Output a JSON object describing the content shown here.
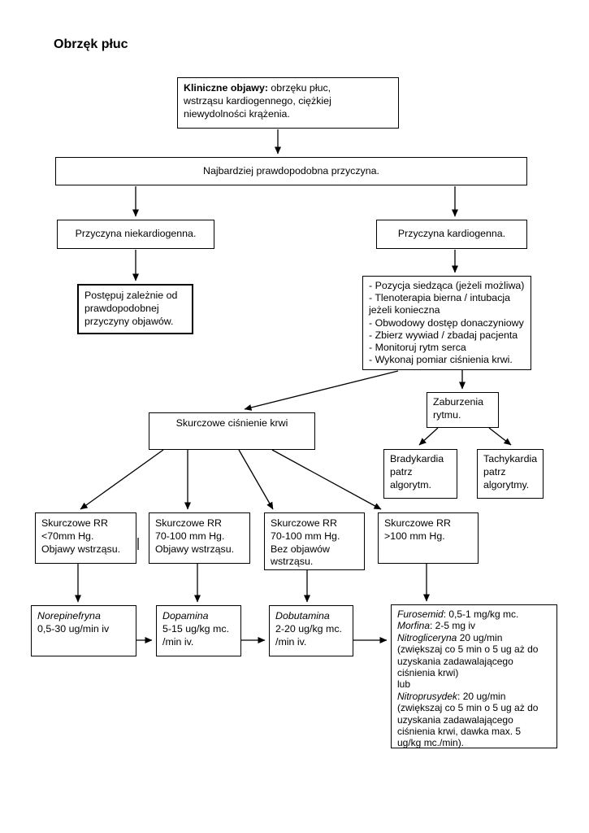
{
  "page": {
    "title": "Obrzęk płuc"
  },
  "colors": {
    "line": "#000000",
    "background": "#ffffff",
    "text": "#000000"
  },
  "nodes": {
    "clinical_signs": {
      "label_bold": "Kliniczne objawy:",
      "line1_rest": " obrzęku płuc,",
      "line2": "wstrząsu kardiogennego, ciężkiej",
      "line3": "niewydolności krążenia."
    },
    "most_likely_cause": {
      "label": "Najbardziej prawdopodobna przyczyna."
    },
    "noncardiogenic": {
      "label": "Przyczyna niekardiogenna."
    },
    "cardiogenic": {
      "label": "Przyczyna kardiogenna."
    },
    "treat_by_cause": {
      "line1": "Postępuj zależnie od",
      "line2": "prawdopodobnej",
      "line3": "przyczyny objawów."
    },
    "cardiogenic_actions": {
      "lines": [
        "- Pozycja siedząca (jeżeli możliwa)",
        "- Tlenoterapia bierna / intubacja",
        "jeżeli konieczna",
        "- Obwodowy dostęp donaczyniowy",
        "- Zbierz wywiad / zbadaj pacjenta",
        "- Monitoruj rytm serca",
        "- Wykonaj pomiar ciśnienia krwi."
      ]
    },
    "arrhythmia": {
      "line1": "Zaburzenia",
      "line2": "rytmu."
    },
    "systolic_bp": {
      "label": "Skurczowe ciśnienie krwi"
    },
    "bradycardia": {
      "line1": "Bradykardia",
      "line2": "patrz",
      "line3": "algorytm."
    },
    "tachycardia": {
      "line1": "Tachykardia",
      "line2": "patrz",
      "line3": "algorytmy."
    },
    "rr_lt70": {
      "line1": "Skurczowe RR",
      "line2": "<70mm Hg.",
      "line3": "Objawy wstrząsu."
    },
    "rr_70_100_shock": {
      "line1": "Skurczowe RR",
      "line2": "70-100 mm Hg.",
      "line3": "Objawy wstrząsu."
    },
    "rr_70_100_noshock": {
      "line1": "Skurczowe RR",
      "line2": "70-100 mm Hg.",
      "line3": "Bez objawów",
      "line4": "wstrząsu."
    },
    "rr_gt100": {
      "line1": "Skurczowe RR",
      "line2": ">100 mm Hg."
    },
    "norepinephrine": {
      "name": "Norepinefryna",
      "line2": "0,5-30 ug/min iv"
    },
    "dopamine": {
      "name": "Dopamina",
      "line2": "5-15 ug/kg mc.",
      "line3": "/min iv."
    },
    "dobutamine": {
      "name": "Dobutamina",
      "line2": "2-20 ug/kg mc.",
      "line3": "/min iv."
    },
    "furosemide": {
      "l1_name": "Furosemid",
      "l1_rest": ": 0,5-1 mg/kg mc.",
      "l2_name": "Morfina",
      "l2_rest": ": 2-5 mg iv",
      "l3_name": "Nitrogliceryna",
      "l3_rest": " 20 ug/min",
      "l4": "(zwiększaj co 5 min o 5 ug aż do",
      "l5": "uzyskania zadawalającego",
      "l6": "ciśnienia krwi)",
      "l7": "lub",
      "l8_name": "Nitroprusydek",
      "l8_rest": ": 20 ug/min",
      "l9": "(zwiększaj co 5 min o 5 ug aż do",
      "l10": "uzyskania zadawalającego",
      "l11": "ciśnienia krwi, dawka max. 5",
      "l12": "ug/kg mc./min)."
    }
  }
}
